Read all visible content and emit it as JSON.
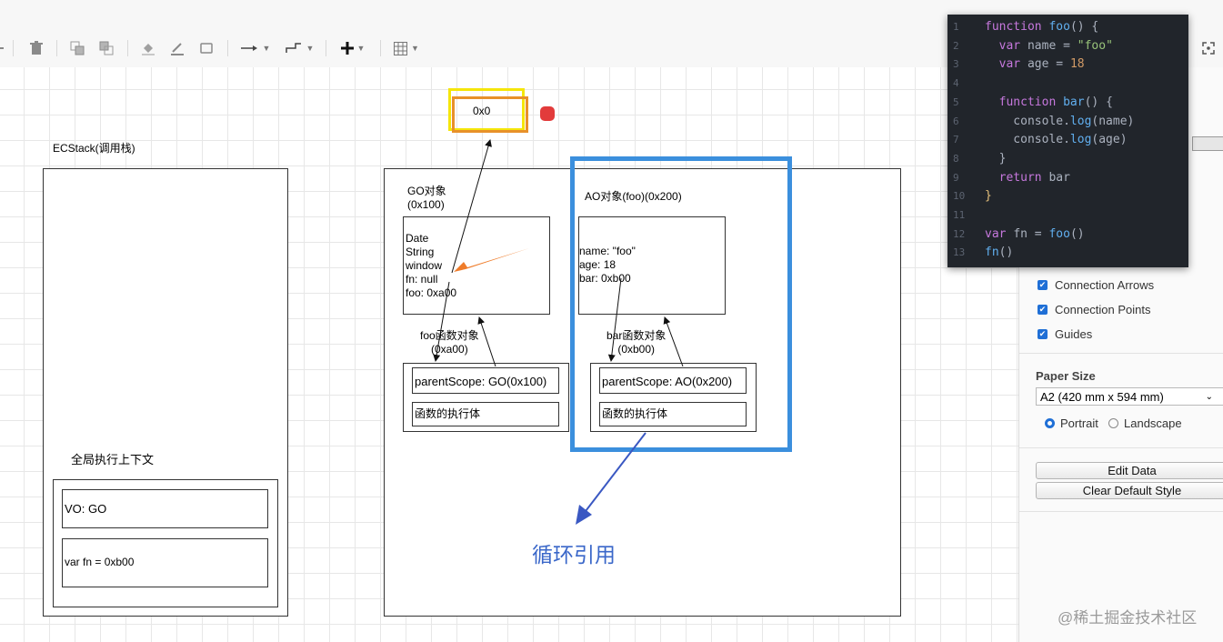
{
  "diagram": {
    "ecstack_title": "ECStack(调用栈)",
    "global_ctx_title": "全局执行上下文",
    "vo_text": "VO: GO",
    "var_fn_text": "var fn = 0xb00",
    "addr_0x0": "0x0",
    "go_title": "GO对象\n(0x100)",
    "go_props": "Date\nString\nwindow\nfn: null\nfoo: 0xa00",
    "foo_func_title": "foo函数对象\n(0xa00)",
    "foo_parent_scope": "parentScope: GO(0x100)",
    "foo_body": "函数的执行体",
    "ao_title": "AO对象(foo)(0x200)",
    "ao_props": "name: \"foo\"\nage: 18\nbar: 0xb00",
    "bar_func_title": "bar函数对象\n(0xb00)",
    "bar_parent_scope": "parentScope: AO(0x200)",
    "bar_body": "函数的执行体",
    "annotation": "循环引用",
    "annotation_color": "#3a67c9",
    "highlight_color": "#3b8fdd"
  },
  "code": {
    "line_numbers": [
      "1",
      "2",
      "3",
      "4",
      "5",
      "6",
      "7",
      "8",
      "9",
      "10",
      "11",
      "12",
      "13"
    ],
    "lines": [
      [
        [
          "kw",
          "function "
        ],
        [
          "fn",
          "foo"
        ],
        [
          "id",
          "() {"
        ]
      ],
      [
        [
          "id",
          "  "
        ],
        [
          "kw",
          "var "
        ],
        [
          "id",
          "name = "
        ],
        [
          "st",
          "\"foo\""
        ]
      ],
      [
        [
          "id",
          "  "
        ],
        [
          "kw",
          "var "
        ],
        [
          "id",
          "age = "
        ],
        [
          "nu",
          "18"
        ]
      ],
      [],
      [
        [
          "id",
          "  "
        ],
        [
          "kw",
          "function "
        ],
        [
          "fn",
          "bar"
        ],
        [
          "id",
          "() {"
        ]
      ],
      [
        [
          "id",
          "    console."
        ],
        [
          "fn",
          "log"
        ],
        [
          "id",
          "(name)"
        ]
      ],
      [
        [
          "id",
          "    console."
        ],
        [
          "fn",
          "log"
        ],
        [
          "id",
          "(age)"
        ]
      ],
      [
        [
          "id",
          "  }"
        ]
      ],
      [
        [
          "id",
          "  "
        ],
        [
          "kw",
          "return "
        ],
        [
          "id",
          "bar"
        ]
      ],
      [
        [
          "pl",
          "}"
        ]
      ],
      [],
      [
        [
          "kw",
          "var "
        ],
        [
          "id",
          "fn = "
        ],
        [
          "fn",
          "foo"
        ],
        [
          "id",
          "()"
        ]
      ],
      [
        [
          "fn",
          "fn"
        ],
        [
          "id",
          "()"
        ]
      ]
    ]
  },
  "panel": {
    "connection_arrows": "Connection Arrows",
    "connection_points": "Connection Points",
    "guides": "Guides",
    "paper_size_label": "Paper Size",
    "paper_size_value": "A2 (420 mm x 594 mm)",
    "portrait": "Portrait",
    "landscape": "Landscape",
    "edit_data": "Edit Data",
    "clear_default_style": "Clear Default Style"
  },
  "toolbar": {
    "icons": [
      "delete-icon",
      "to-front-icon",
      "to-back-icon",
      "fill-color-icon",
      "line-color-icon",
      "shadow-icon",
      "connection-icon",
      "waypoints-icon",
      "insert-icon",
      "table-icon",
      "fullscreen-icon"
    ]
  },
  "watermark": "@稀土掘金技术社区"
}
